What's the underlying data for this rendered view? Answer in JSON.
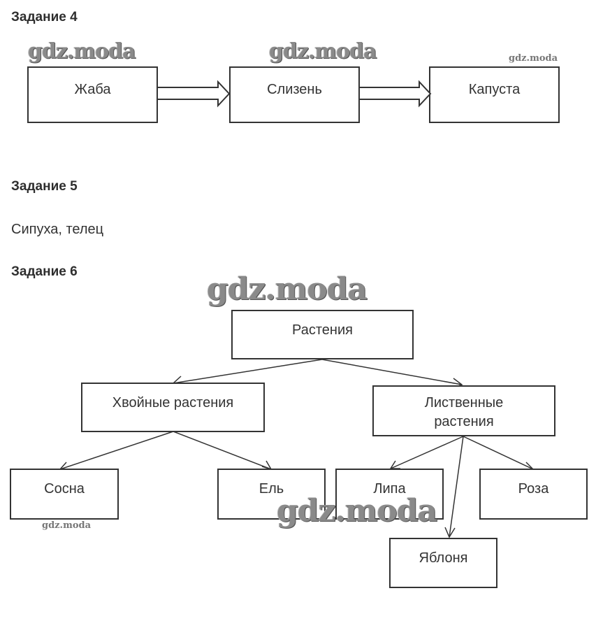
{
  "task4": {
    "heading": "Задание 4",
    "chain": [
      "Жаба",
      "Слизень",
      "Капуста"
    ]
  },
  "task5": {
    "heading": "Задание 5",
    "answer": "Сипуха, телец"
  },
  "task6": {
    "heading": "Задание 6",
    "root": "Растения",
    "groups": [
      {
        "label_line1": "Хвойные растения",
        "label_line2": "",
        "children": [
          "Сосна",
          "Ель"
        ]
      },
      {
        "label_line1": "Лиственные",
        "label_line2": "растения",
        "children": [
          "Липа",
          "Яблоня",
          "Роза"
        ]
      }
    ]
  },
  "watermark": "gdz.moda",
  "colors": {
    "stroke": "#333333",
    "text": "#333333",
    "background": "#ffffff"
  }
}
